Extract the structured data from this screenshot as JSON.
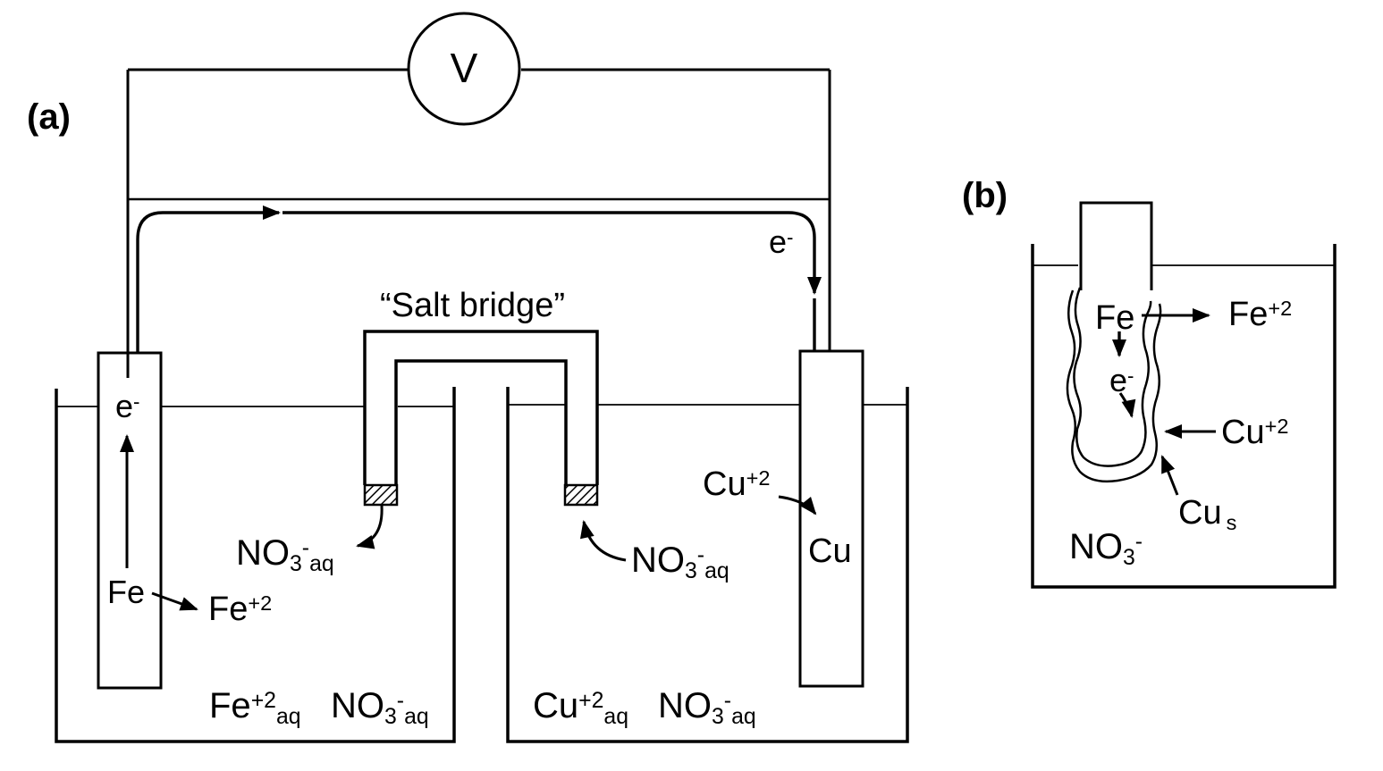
{
  "panel_a": {
    "tag": "(a)"
  },
  "panel_b": {
    "tag": "(b)"
  },
  "voltmeter": {
    "label": "V"
  },
  "salt_bridge": {
    "label": "“Salt bridge”"
  },
  "colors": {
    "ink": "#000000",
    "background": "#ffffff"
  },
  "cell_a": {
    "electron_wire": {
      "base": "e",
      "charge": "-"
    },
    "electron_anode": {
      "base": "e",
      "charge": "-"
    },
    "fe_metal": "Fe",
    "fe_ion": {
      "base": "Fe",
      "charge": "+2"
    },
    "no3_left": {
      "base": "NO",
      "sub": "3",
      "charge": "-",
      "phase": "aq"
    },
    "no3_right": {
      "base": "NO",
      "sub": "3",
      "charge": "-",
      "phase": "aq"
    },
    "cu_ion": {
      "base": "Cu",
      "charge": "+2"
    },
    "cu_metal": "Cu",
    "left_solution": {
      "fe_aq": {
        "base": "Fe",
        "charge": "+2",
        "phase": "aq"
      },
      "no3_aq": {
        "base": "NO",
        "sub": "3",
        "charge": "-",
        "phase": "aq"
      }
    },
    "right_solution": {
      "cu_aq": {
        "base": "Cu",
        "charge": "+2",
        "phase": "aq"
      },
      "no3_aq": {
        "base": "NO",
        "sub": "3",
        "charge": "-",
        "phase": "aq"
      }
    }
  },
  "cell_b": {
    "fe_metal": "Fe",
    "fe_ion": {
      "base": "Fe",
      "charge": "+2"
    },
    "electron": {
      "base": "e",
      "charge": "-"
    },
    "cu_ion": {
      "base": "Cu",
      "charge": "+2"
    },
    "cu_solid": {
      "base": "Cu",
      "sub": "s"
    },
    "no3": {
      "base": "NO",
      "sub": "3",
      "charge": "-"
    }
  }
}
